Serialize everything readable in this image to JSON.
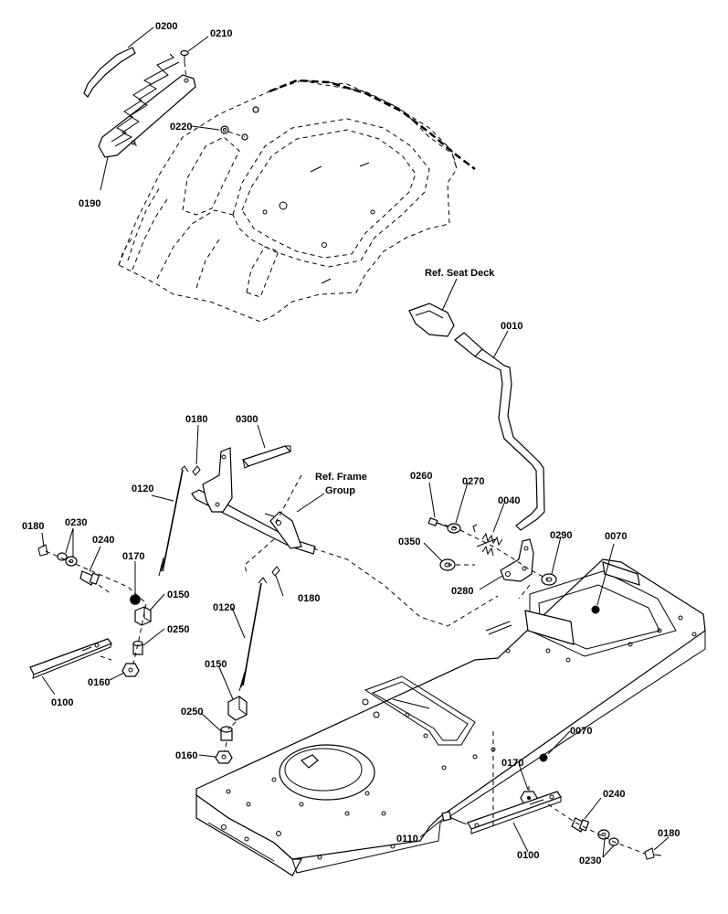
{
  "labels": {
    "p0010": "0010",
    "p0040": "0040",
    "p0070a": "0070",
    "p0070b": "0070",
    "p0100a": "0100",
    "p0100b": "0100",
    "p0110": "0110",
    "p0120a": "0120",
    "p0120b": "0120",
    "p0150a": "0150",
    "p0150b": "0150",
    "p0160a": "0160",
    "p0160b": "0160",
    "p0170a": "0170",
    "p0170b": "0170",
    "p0180a": "0180",
    "p0180b": "0180",
    "p0180c": "0180",
    "p0180d": "0180",
    "p0190": "0190",
    "p0200": "0200",
    "p0210": "0210",
    "p0220": "0220",
    "p0230a": "0230",
    "p0230b": "0230",
    "p0240a": "0240",
    "p0240b": "0240",
    "p0250a": "0250",
    "p0250b": "0250",
    "p0260": "0260",
    "p0270": "0270",
    "p0280": "0280",
    "p0290": "0290",
    "p0300": "0300",
    "p0350": "0350",
    "ref_seat_deck": "Ref. Seat Deck",
    "ref_frame_1": "Ref. Frame",
    "ref_frame_2": "Group"
  }
}
